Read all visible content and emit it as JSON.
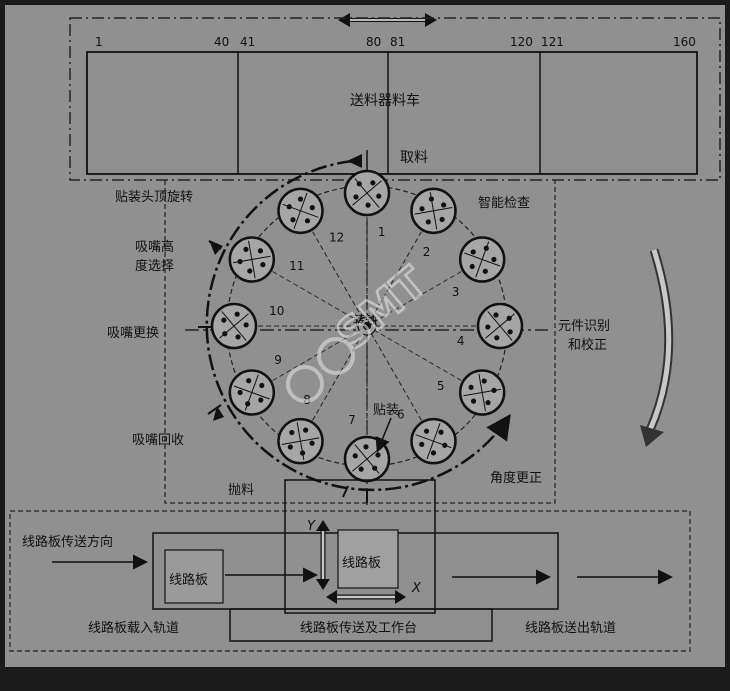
{
  "feeder": {
    "label": "送料器料车",
    "slot_numbers": [
      "1",
      "40",
      "41",
      "80",
      "81",
      "120",
      "121",
      "160"
    ],
    "pick_label": "取料"
  },
  "turret": {
    "head_numbers": [
      "1",
      "2",
      "3",
      "4",
      "5",
      "6",
      "7",
      "8",
      "9",
      "10",
      "11",
      "12"
    ],
    "center_text": "转轴"
  },
  "stations": {
    "rotate": "贴装头顶旋转",
    "nozzle_height_1": "吸嘴高",
    "nozzle_height_2": "度选择",
    "nozzle_change": "吸嘴更换",
    "nozzle_return": "吸嘴回收",
    "discard": "抛料",
    "smart_check": "智能检查",
    "recognition_1": "元件识别",
    "recognition_2": "和校正",
    "angle_correct": "角度更正",
    "mount": "贴装"
  },
  "conveyor": {
    "direction_label": "线路板传送方向",
    "board_label": "线路板",
    "inbound_label": "线路板载入轨道",
    "table_label": "线路板传送及工作台",
    "outbound_label": "线路板送出轨道",
    "axis_x": "X",
    "axis_y": "Y"
  },
  "watermark": "SMT"
}
